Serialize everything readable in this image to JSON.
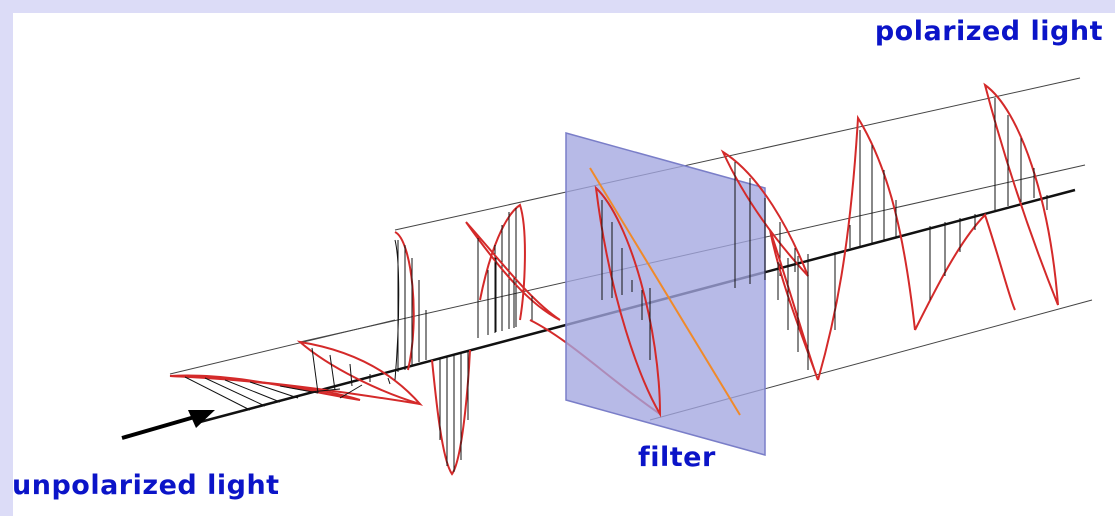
{
  "labels": {
    "polarized": "polarized light",
    "filter": "filter",
    "unpolarized": "unpolarized light"
  },
  "colors": {
    "background": "#dcdcf7",
    "caption": "#0b14c8",
    "wave_outline": "#d42a2a",
    "filter_plate": "#a3a6e0",
    "filter_line": "#f08a2a"
  }
}
